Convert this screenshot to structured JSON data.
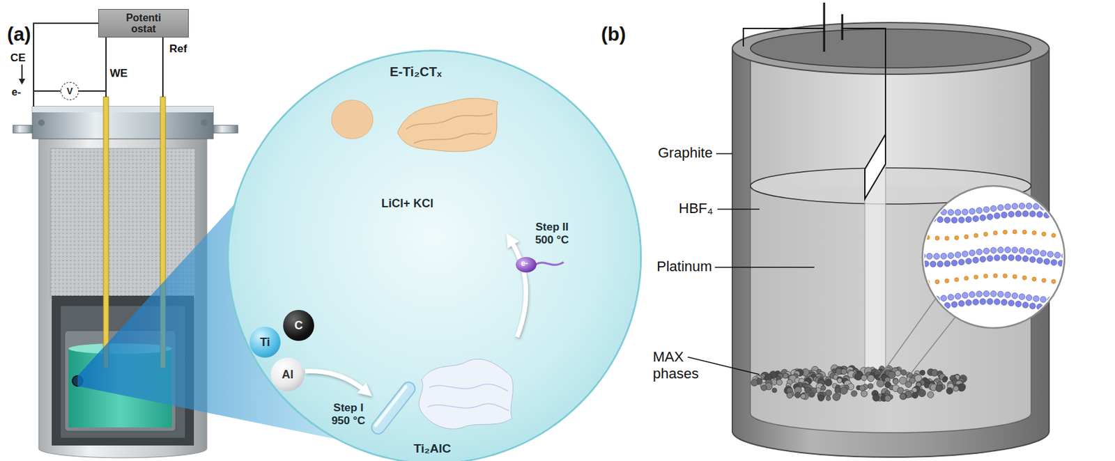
{
  "diagram": {
    "nodes": [
      {
        "text": [
          "Potenti ostat"
        ]
      },
      {
        "text": [
          "V"
        ]
      },
      {
        "text": [
          "E-Ti₂CTₓ",
          "LiCl+ KCl",
          "Step I 950 °C",
          "Step II 500 °C",
          "Ti₂AlC"
        ]
      },
      {
        "text": [
          "Ti"
        ],
        "in": 2
      },
      {
        "text": [
          "C"
        ],
        "in": 2
      },
      {
        "text": [
          "Al"
        ],
        "in": 2
      }
    ],
    "labels": [
      "(a)",
      "CE",
      "e-",
      "WE",
      "Ref",
      "e-",
      "(b)",
      "Graphite",
      "HBF₄",
      "Platinum",
      "MAX phases"
    ]
  }
}
